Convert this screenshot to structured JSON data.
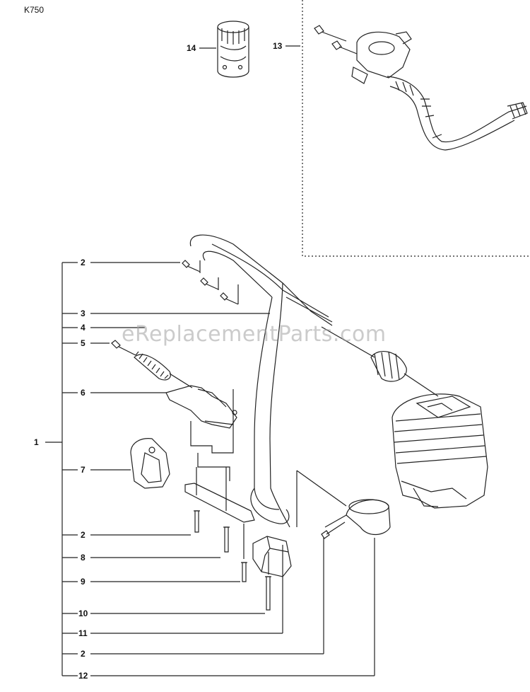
{
  "model": "K750",
  "watermark": "eReplacementParts.com",
  "callouts": {
    "c1": "1",
    "c2a": "2",
    "c3": "3",
    "c4": "4",
    "c5": "5",
    "c6": "6",
    "c7": "7",
    "c2b": "2",
    "c8": "8",
    "c9": "9",
    "c10": "10",
    "c11": "11",
    "c2c": "2",
    "c12": "12",
    "c13": "13",
    "c14": "14"
  }
}
